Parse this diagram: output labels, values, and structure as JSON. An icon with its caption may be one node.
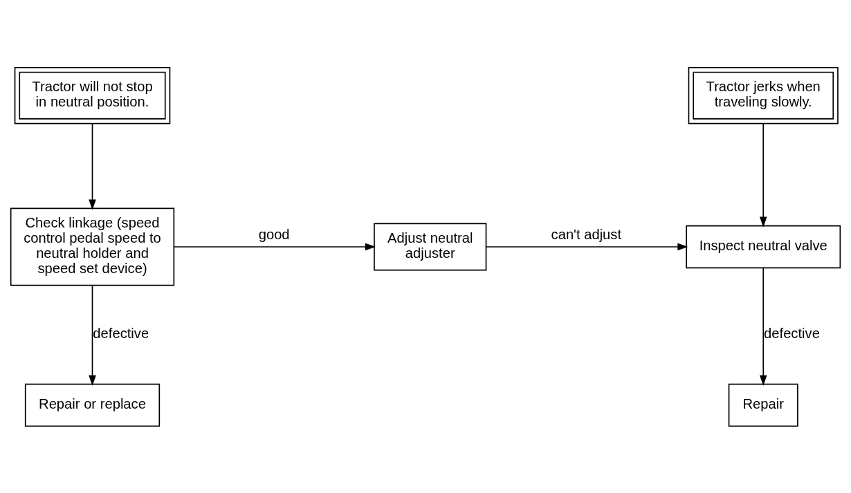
{
  "diagram": {
    "nodes": [
      {
        "text": [
          "Tractor will not stop in neutral position."
        ]
      },
      {
        "text": [
          "Tractor jerks when traveling slowly."
        ]
      },
      {
        "text": [
          "Check linkage (speed control pedal speed to neutral holder and speed set device)"
        ]
      },
      {
        "text": [
          "Adjust neutral adjuster"
        ]
      },
      {
        "text": [
          "Inspect neutral valve"
        ]
      },
      {
        "text": [
          "Repair or replace"
        ]
      },
      {
        "text": [
          "Repair"
        ]
      }
    ],
    "edges": [
      {
        "from": 0,
        "to": 2,
        "arrow": "to"
      },
      {
        "from": 2,
        "to": 3,
        "arrow": "to",
        "label": "good"
      },
      {
        "from": 3,
        "to": 4,
        "arrow": "to",
        "label": "can't adjust"
      },
      {
        "from": 1,
        "to": 4,
        "arrow": "to"
      },
      {
        "from": 2,
        "to": 5,
        "arrow": "to",
        "label": "defective"
      },
      {
        "from": 4,
        "to": 6,
        "arrow": "to",
        "label": "defective"
      }
    ]
  }
}
